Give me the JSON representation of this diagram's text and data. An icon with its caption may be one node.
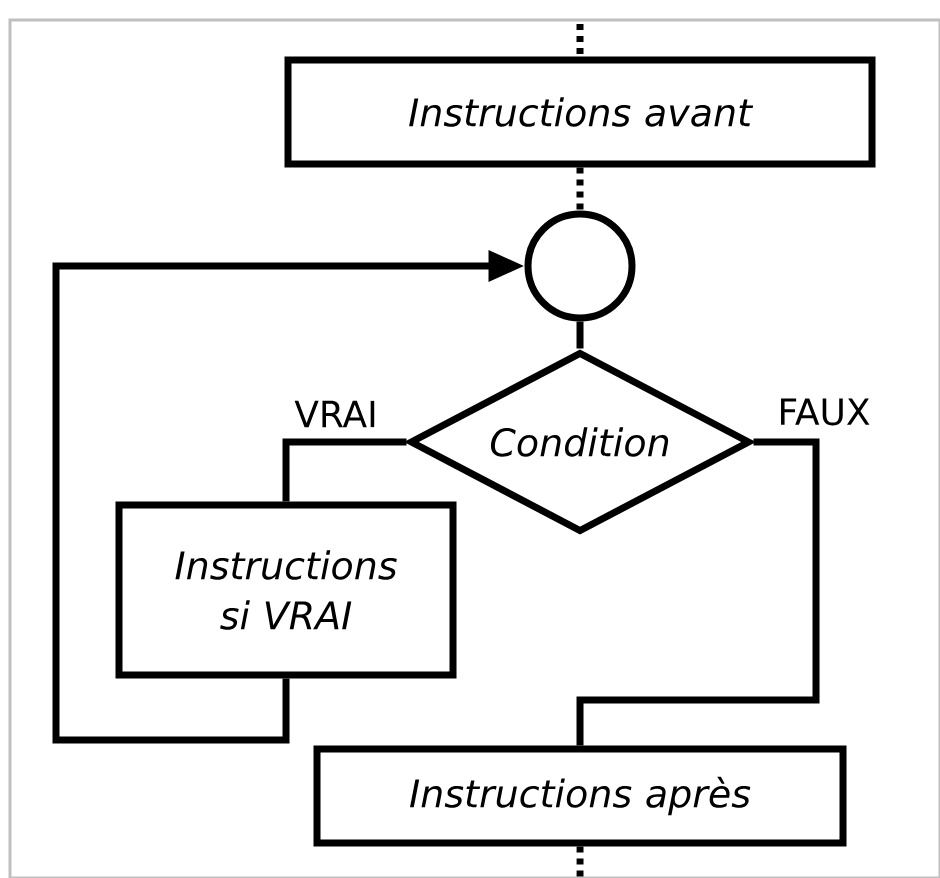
{
  "diagram": {
    "nodes": [
      {
        "text": [
          "Instructions avant"
        ]
      },
      {
        "text": [],
        "shape": "circle"
      },
      {
        "text": [
          "Condition"
        ]
      },
      {
        "text": [
          "Instructions si VRAI"
        ]
      },
      {
        "text": [
          "Instructions après"
        ]
      }
    ],
    "edges": [
      {
        "from": null,
        "to": 0,
        "arrow": "none",
        "style": "dashed"
      },
      {
        "from": 0,
        "to": 1,
        "arrow": "none",
        "style": "dashed"
      },
      {
        "from": 1,
        "to": 2,
        "arrow": "none"
      },
      {
        "from": 2,
        "to": 3,
        "arrow": "none",
        "label": "VRAI"
      },
      {
        "from": 3,
        "to": 1,
        "arrow": "to"
      },
      {
        "from": 2,
        "to": 4,
        "arrow": "none",
        "label": "FAUX"
      },
      {
        "from": 4,
        "to": null,
        "arrow": "none",
        "style": "dashed"
      }
    ]
  }
}
